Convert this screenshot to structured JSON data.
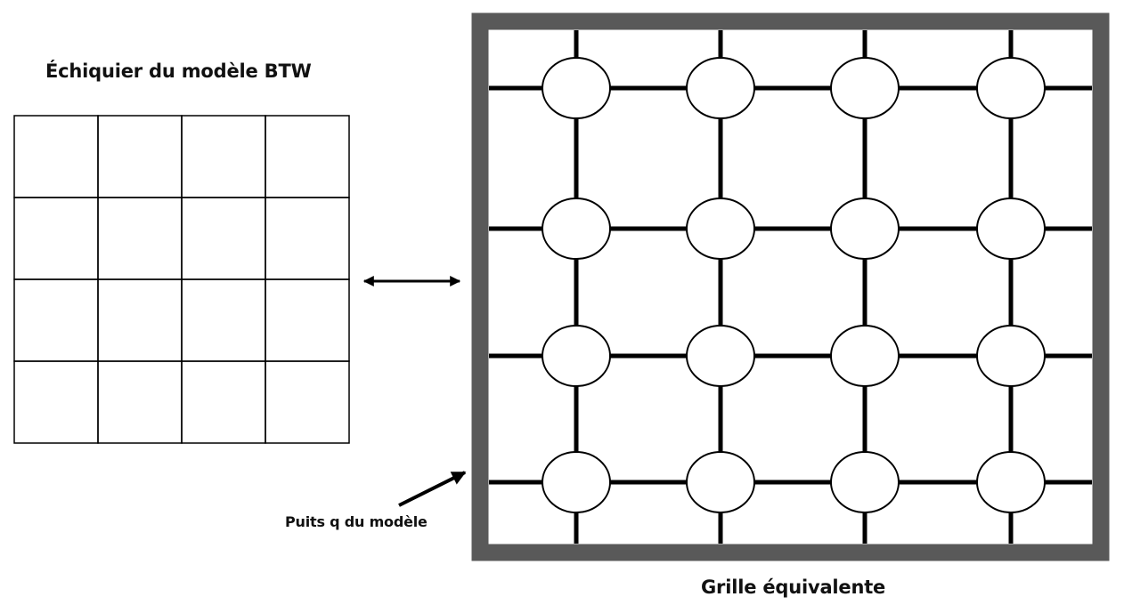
{
  "left_grid": {
    "title": "Échiquier du modèle BTW",
    "rows": 4,
    "cols": 4
  },
  "right_grid": {
    "title": "Grille équivalente",
    "rows": 4,
    "cols": 4
  },
  "sink": {
    "label": "Puits q du modèle"
  },
  "colors": {
    "ink": "#000000",
    "frame": "#595959",
    "node_fill": "#ffffff"
  }
}
